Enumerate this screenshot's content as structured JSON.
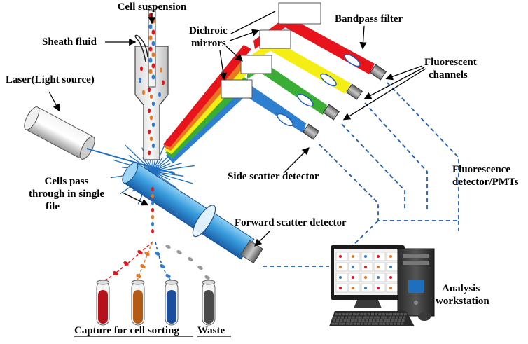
{
  "labels": {
    "cell_suspension": "Cell suspension",
    "sheath_fluid": "Sheath fluid",
    "dichroic_line1": "Dichroic",
    "dichroic_line2": "mirrors",
    "bandpass_filter": "Bandpass filter",
    "fluorescent_line1": "Fluorescent",
    "fluorescent_line2": "channels",
    "laser": "Laser(Light source)",
    "side_scatter": "Side scatter detector",
    "fluorescence_line1": "Fluorescence",
    "fluorescence_line2": "detector/PMTs",
    "cells_line1": "Cells pass",
    "cells_line2": "through in single",
    "cells_line3": "file",
    "forward_scatter": "Forward scatter detector",
    "analysis_line1": "Analysis",
    "analysis_line2": "workstation",
    "capture": "Capture for cell sorting",
    "waste": "Waste"
  },
  "colors": {
    "red": "#e8141b",
    "orange": "#e8771f",
    "yellow": "#f5ee14",
    "green": "#3aad35",
    "blue": "#2f7fd0",
    "laser_blue": "#1f6fbf",
    "dashed_blue": "#1f5fb0",
    "tube_red": "#b5121b",
    "tube_orange": "#b35a14",
    "tube_blue": "#1b4e9c",
    "tube_grey": "#4a4a4a"
  },
  "tubes": [
    "red",
    "orange",
    "blue",
    "grey"
  ]
}
